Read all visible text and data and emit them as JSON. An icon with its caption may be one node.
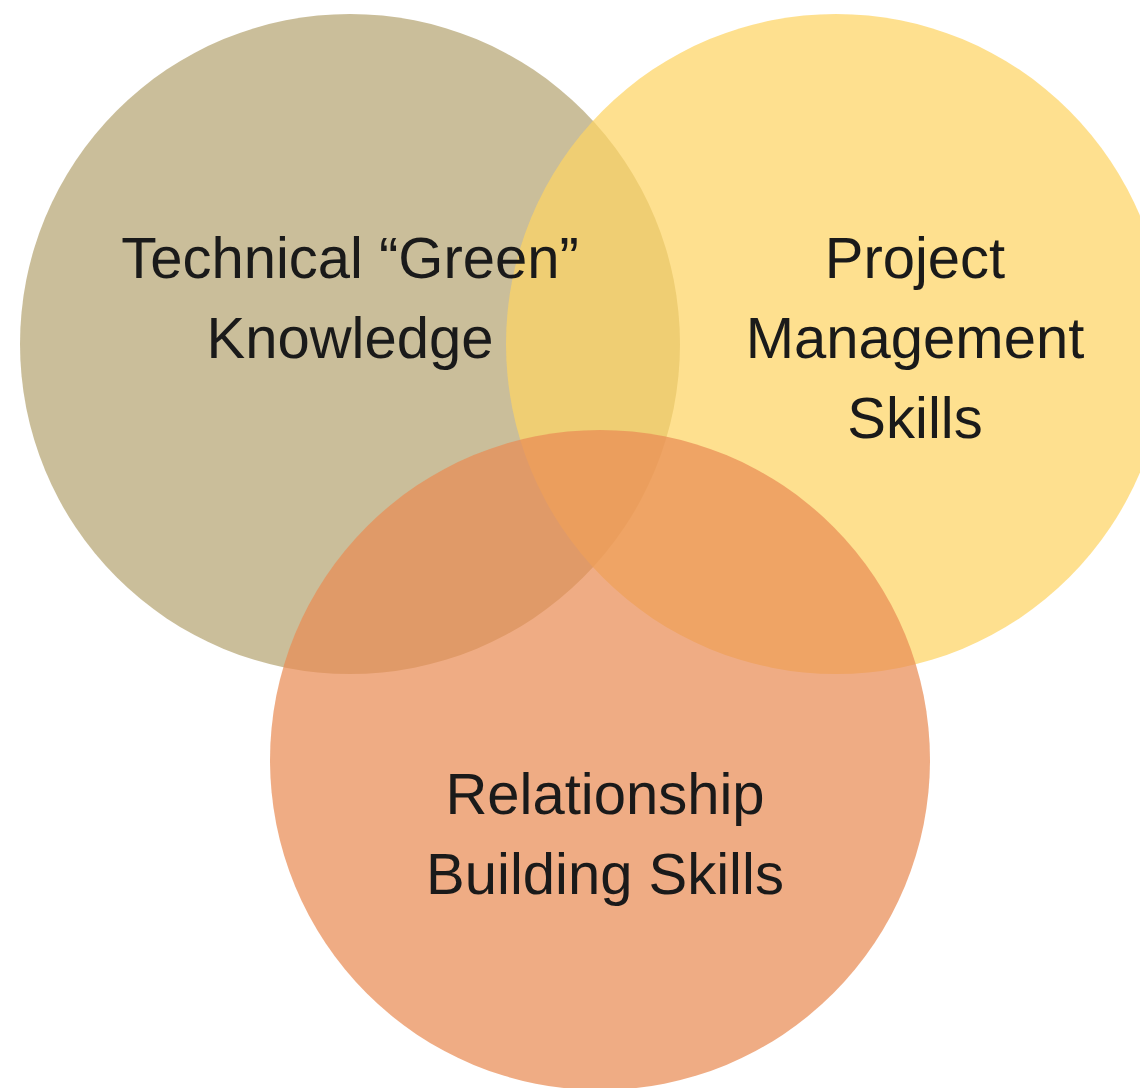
{
  "diagram": {
    "nodes": [
      {
        "text": [
          "Technical “Green” Knowledge"
        ]
      },
      {
        "text": [
          "Project Management Skills"
        ]
      },
      {
        "text": [
          "Relationship Building Skills"
        ]
      }
    ]
  }
}
